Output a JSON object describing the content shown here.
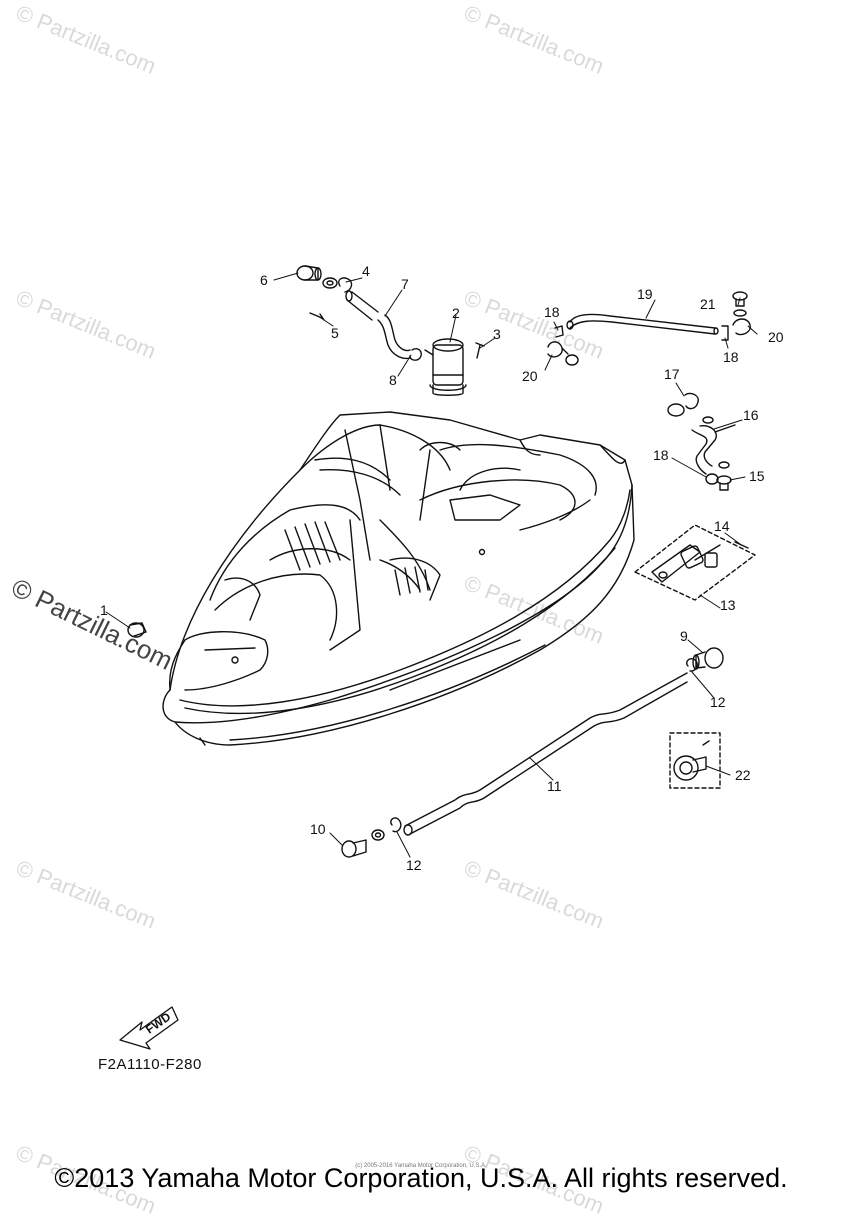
{
  "watermark": {
    "text": "© Partzilla.com"
  },
  "diagram_code": "F2A1110-F280",
  "copyright": "©2013 Yamaha Motor Corporation, U.S.A. All rights reserved.",
  "small_copyright": "(c) 2005-2016 Yamaha Motor Corporation, U.S.A.",
  "fwd_label": "FWD",
  "callouts": {
    "c1": "1",
    "c2": "2",
    "c3": "3",
    "c4": "4",
    "c5": "5",
    "c6": "6",
    "c7": "7",
    "c8": "8",
    "c9": "9",
    "c10": "10",
    "c11": "11",
    "c12a": "12",
    "c12b": "12",
    "c13": "13",
    "c14": "14",
    "c15": "15",
    "c16": "16",
    "c17": "17",
    "c18a": "18",
    "c18b": "18",
    "c18c": "18",
    "c19": "19",
    "c20a": "20",
    "c20b": "20",
    "c21": "21",
    "c22": "22"
  }
}
